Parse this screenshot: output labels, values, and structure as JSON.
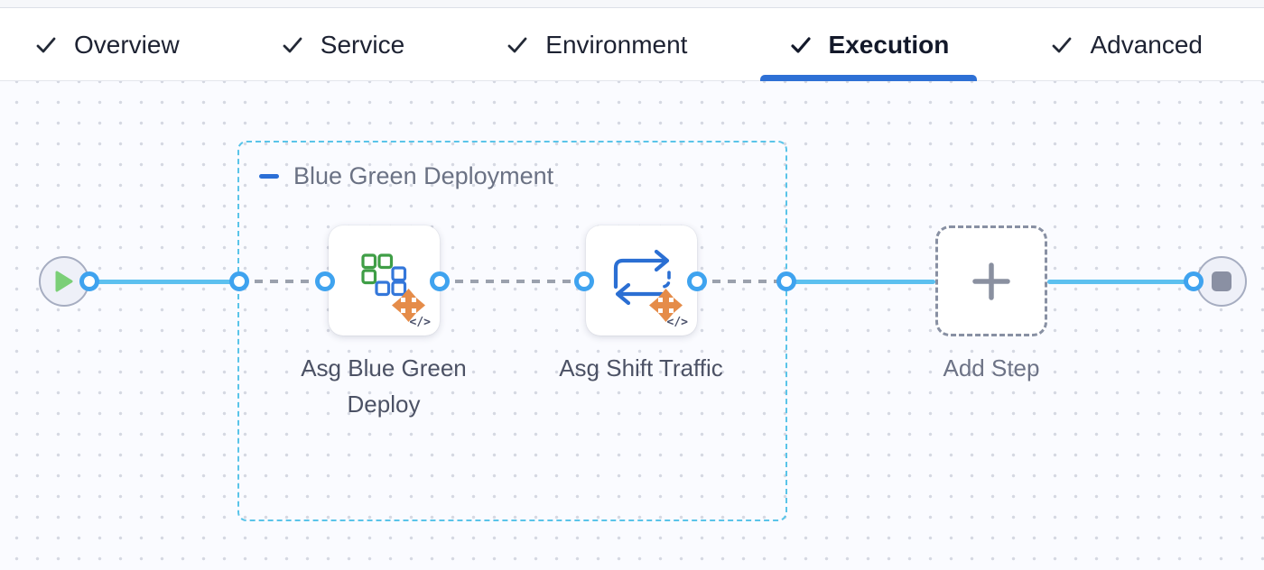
{
  "tab_bar": {
    "items": [
      {
        "label": "Overview",
        "state": "completed",
        "active": false
      },
      {
        "label": "Service",
        "state": "completed",
        "active": false
      },
      {
        "label": "Environment",
        "state": "completed",
        "active": false
      },
      {
        "label": "Execution",
        "state": "completed",
        "active": true
      },
      {
        "label": "Advanced",
        "state": "completed",
        "active": false
      }
    ]
  },
  "pipeline": {
    "group": {
      "label": "Blue Green Deployment",
      "collapse_icon": "minus-icon"
    },
    "start_node": {
      "icon": "play-icon"
    },
    "steps": [
      {
        "label": "Asg Blue Green Deploy",
        "icon": "asg-blue-green-deploy-icon",
        "code_badge": "</>"
      },
      {
        "label": "Asg Shift Traffic",
        "icon": "asg-shift-traffic-icon",
        "code_badge": "</>"
      }
    ],
    "add_step": {
      "label": "Add Step",
      "icon": "plus-icon"
    },
    "end_node": {
      "icon": "stop-icon"
    }
  },
  "colors": {
    "accent_blue": "#2e70d5",
    "flow_line_blue": "#5cc0ef",
    "port_blue": "#3fa3ef",
    "group_border_cyan": "#5ac4e9",
    "play_green": "#7bcf77",
    "stop_gray": "#8a90a3",
    "asg_arrows_orange": "#e58c49",
    "square_green": "#3f9e46",
    "square_blue": "#3477da",
    "dashed_connector_gray": "#9ba1ad"
  }
}
